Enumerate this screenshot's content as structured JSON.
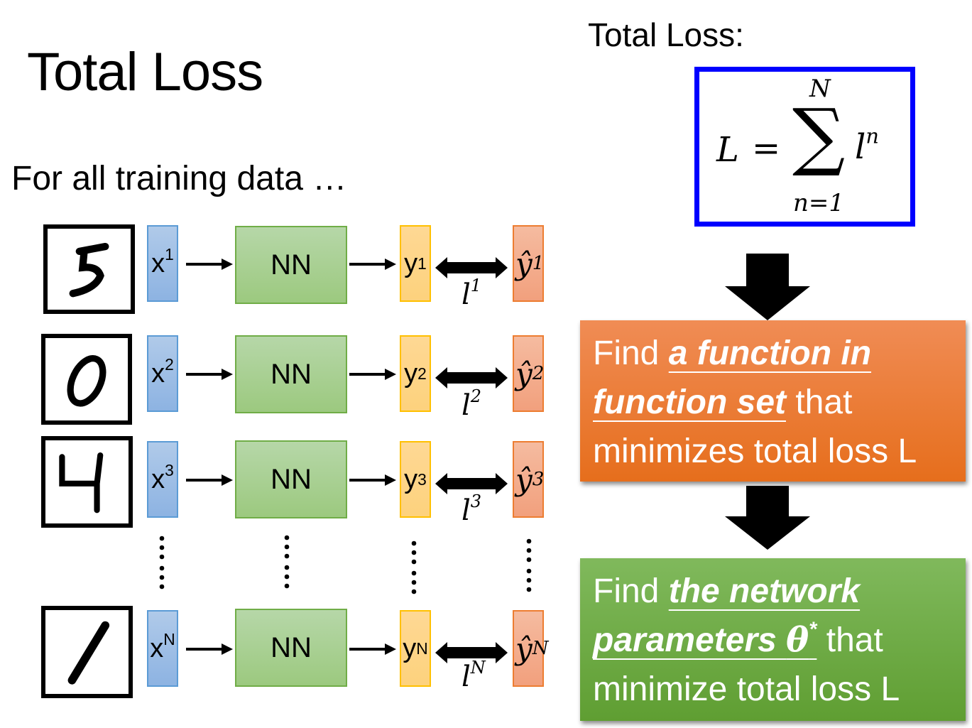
{
  "slide": {
    "title": "Total Loss",
    "subtitle": "For all training data …",
    "right_title": "Total Loss:"
  },
  "rows": [
    {
      "digit": "5",
      "x": "x",
      "x_sup": "1",
      "nn": "NN",
      "y": "y",
      "y_sup": "1",
      "loss": "l",
      "loss_sup": "1",
      "yhat": "ŷ",
      "yhat_sup": "1"
    },
    {
      "digit": "0",
      "x": "x",
      "x_sup": "2",
      "nn": "NN",
      "y": "y",
      "y_sup": "2",
      "loss": "l",
      "loss_sup": "2",
      "yhat": "ŷ",
      "yhat_sup": "2"
    },
    {
      "digit": "4",
      "x": "x",
      "x_sup": "3",
      "nn": "NN",
      "y": "y",
      "y_sup": "3",
      "loss": "l",
      "loss_sup": "3",
      "yhat": "ŷ",
      "yhat_sup": "3"
    },
    {
      "digit": "1",
      "x": "x",
      "x_sup": "N",
      "nn": "NN",
      "y": "y",
      "y_sup": "N",
      "loss": "l",
      "loss_sup": "N",
      "yhat": "ŷ",
      "yhat_sup": "N"
    }
  ],
  "formula": {
    "lhs": "L",
    "equals": "=",
    "sum_symbol": "∑",
    "upper": "N",
    "lower": "n=1",
    "term": "l",
    "term_sup": "n"
  },
  "step1": {
    "prefix": "Find ",
    "emph_line1": "a function in",
    "emph_line2": "function set",
    "suffix": " that",
    "line3": "minimizes total loss L"
  },
  "step2": {
    "prefix": "Find ",
    "emph_line1": "the network",
    "emph_line2": "parameters ",
    "theta": "θ",
    "theta_sup": "*",
    "suffix": " that",
    "line3": "minimize total loss L"
  },
  "colors": {
    "formula_border": "#0000ff",
    "step1_box": "#eb7a30",
    "step2_box": "#70ad47",
    "input_box": "#9dc3e6",
    "nn_box": "#a9d18e",
    "output_box": "#ffd685",
    "target_box": "#f4b095"
  }
}
